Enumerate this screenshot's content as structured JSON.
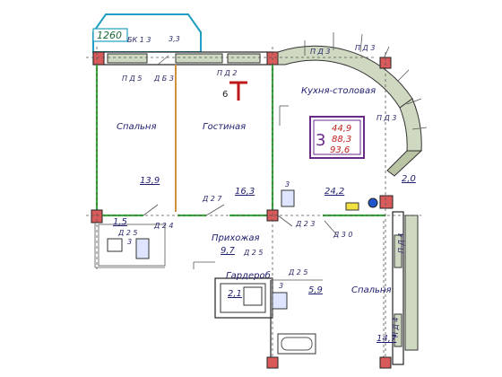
{
  "balcony_area": "1260",
  "rooms": {
    "bedroom1": {
      "label": "Спальня",
      "area": "13,9"
    },
    "living": {
      "label": "Гостиная",
      "area": "16,3"
    },
    "kitchen": {
      "label": "Кухня-столовая",
      "area": "24,2"
    },
    "hall": {
      "label": "Прихожая",
      "area": "9,7"
    },
    "wardrobe": {
      "label": "Гардероб",
      "area": "2,1"
    },
    "bath2": {
      "area": "5,9"
    },
    "bedroom2": {
      "label": "Спальня",
      "area": "14,7"
    },
    "wc1": {
      "area": "1,5"
    },
    "balcony_right": {
      "area": "2,0"
    }
  },
  "summary": {
    "rooms_count": "3",
    "living_area": "44,9",
    "total_area": "88,3",
    "total_with_balcony": "93,6"
  },
  "unit_number": "6",
  "wc_marks": [
    "3",
    "3",
    "3"
  ],
  "codes": {
    "bk13": "БК 1 3",
    "d33_top": "3,3",
    "pd5": "П Д 5",
    "db3": "Д Б 3",
    "pd2": "П Д 2",
    "pd3_a": "П Д 3",
    "pd3_b": "П Д 3",
    "pd3_c": "П Д 3",
    "d27": "Д 2 7",
    "d24": "Д 2 4",
    "d25_a": "Д 2 5",
    "d25_b": "Д 2 5",
    "d25_c": "Д 2 5",
    "d23": "Д 2 3",
    "d30": "Д 3 0",
    "pd4_a": "П Д 4",
    "pd4_b": "П Д 4"
  }
}
